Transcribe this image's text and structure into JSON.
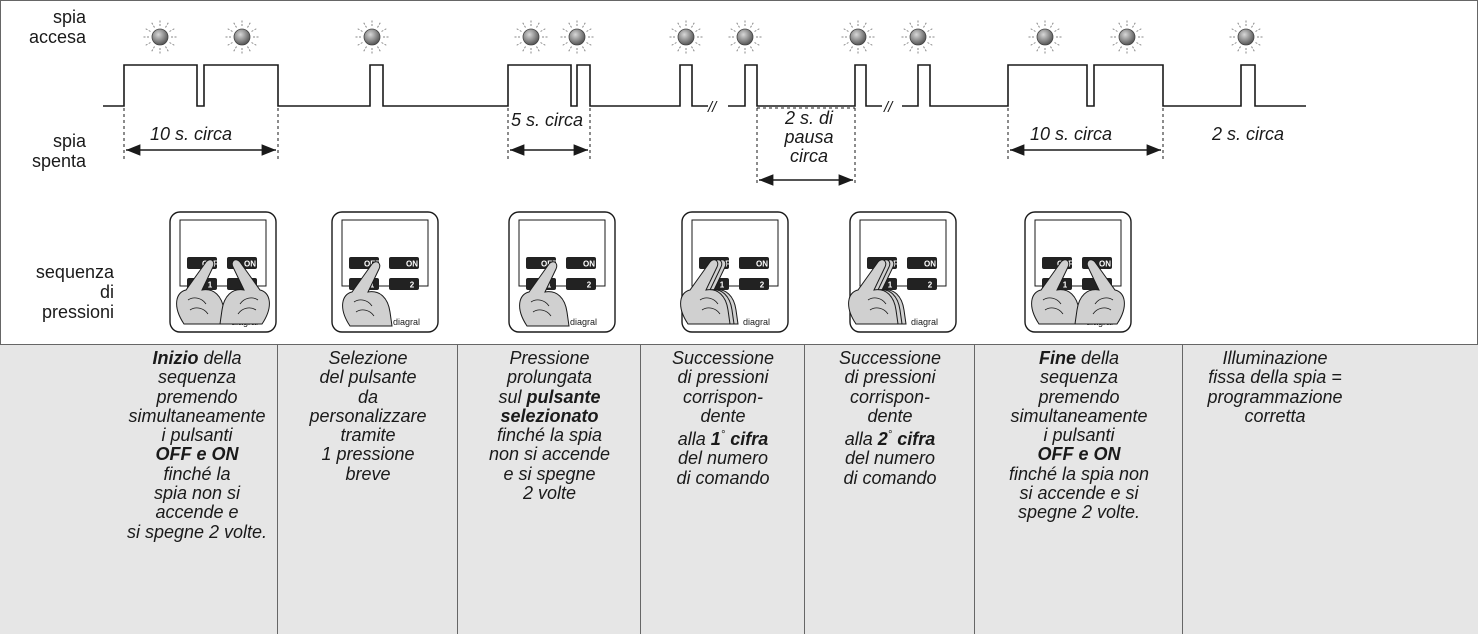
{
  "labels": {
    "spia_accesa": [
      "spia",
      "accesa"
    ],
    "spia_spenta": [
      "spia",
      "spenta"
    ],
    "sequenza": [
      "sequenza",
      "di",
      "pressioni"
    ]
  },
  "measurements": [
    "10 s. circa",
    "5 s. circa",
    [
      "2 s. di",
      "pausa",
      "circa"
    ],
    "10 s. circa",
    "2 s. circa"
  ],
  "break_mark": "//",
  "brand": "diagral",
  "remote_buttons": {
    "off": "OFF",
    "on": "ON",
    "one": "1",
    "two": "2"
  },
  "steps": [
    {
      "lines": [
        [
          {
            "t": "Inizio",
            "b": true
          },
          {
            "t": " della"
          }
        ],
        [
          {
            "t": "sequenza"
          }
        ],
        [
          {
            "t": "premendo"
          }
        ],
        [
          {
            "t": "simultaneamente"
          }
        ],
        [
          {
            "t": "i pulsanti"
          }
        ],
        [
          {
            "t": "OFF e ON",
            "b": true
          }
        ],
        [
          {
            "t": "finché la"
          }
        ],
        [
          {
            "t": "spia non si"
          }
        ],
        [
          {
            "t": "accende e"
          }
        ],
        [
          {
            "t": "si spegne 2 volte."
          }
        ]
      ]
    },
    {
      "lines": [
        [
          {
            "t": "Selezione"
          }
        ],
        [
          {
            "t": "del pulsante"
          }
        ],
        [
          {
            "t": "da"
          }
        ],
        [
          {
            "t": "personalizzare"
          }
        ],
        [
          {
            "t": "tramite"
          }
        ],
        [
          {
            "t": "1 pressione"
          }
        ],
        [
          {
            "t": "breve"
          }
        ]
      ]
    },
    {
      "lines": [
        [
          {
            "t": "Pressione"
          }
        ],
        [
          {
            "t": "prolungata"
          }
        ],
        [
          {
            "t": "sul "
          },
          {
            "t": "pulsante",
            "b": true
          }
        ],
        [
          {
            "t": "selezionato",
            "b": true
          }
        ],
        [
          {
            "t": "finché la spia"
          }
        ],
        [
          {
            "t": "non si accende"
          }
        ],
        [
          {
            "t": "e si spegne"
          }
        ],
        [
          {
            "t": "2 volte"
          }
        ]
      ]
    },
    {
      "lines": [
        [
          {
            "t": "Successione"
          }
        ],
        [
          {
            "t": "di pressioni"
          }
        ],
        [
          {
            "t": "corrispon-"
          }
        ],
        [
          {
            "t": "dente"
          }
        ],
        [
          {
            "t": "alla "
          },
          {
            "t": "1",
            "b": true
          },
          {
            "t": "°",
            "sup": true
          },
          {
            "t": " cifra",
            "b": true
          }
        ],
        [
          {
            "t": "del numero"
          }
        ],
        [
          {
            "t": "di comando"
          }
        ]
      ]
    },
    {
      "lines": [
        [
          {
            "t": "Successione"
          }
        ],
        [
          {
            "t": "di pressioni"
          }
        ],
        [
          {
            "t": "corrispon-"
          }
        ],
        [
          {
            "t": "dente"
          }
        ],
        [
          {
            "t": "alla "
          },
          {
            "t": "2",
            "b": true
          },
          {
            "t": "°",
            "sup": true
          },
          {
            "t": " cifra",
            "b": true
          }
        ],
        [
          {
            "t": "del numero"
          }
        ],
        [
          {
            "t": "di comando"
          }
        ]
      ]
    },
    {
      "lines": [
        [
          {
            "t": "Fine",
            "b": true
          },
          {
            "t": " della"
          }
        ],
        [
          {
            "t": "sequenza"
          }
        ],
        [
          {
            "t": "premendo"
          }
        ],
        [
          {
            "t": "simultaneamente"
          }
        ],
        [
          {
            "t": "i pulsanti"
          }
        ],
        [
          {
            "t": "OFF e ON",
            "b": true
          }
        ],
        [
          {
            "t": "finché la spia non"
          }
        ],
        [
          {
            "t": "si accende e si"
          }
        ],
        [
          {
            "t": "spegne 2 volte."
          }
        ]
      ]
    },
    {
      "lines": [
        [
          {
            "t": "Illuminazione"
          }
        ],
        [
          {
            "t": "fissa della spia ="
          }
        ],
        [
          {
            "t": "programmazione"
          }
        ],
        [
          {
            "t": "corretta"
          }
        ]
      ]
    }
  ],
  "colors": {
    "panel": "#e6e6e6",
    "line": "#1a1a1a",
    "lamp": "#8a8a8a"
  }
}
